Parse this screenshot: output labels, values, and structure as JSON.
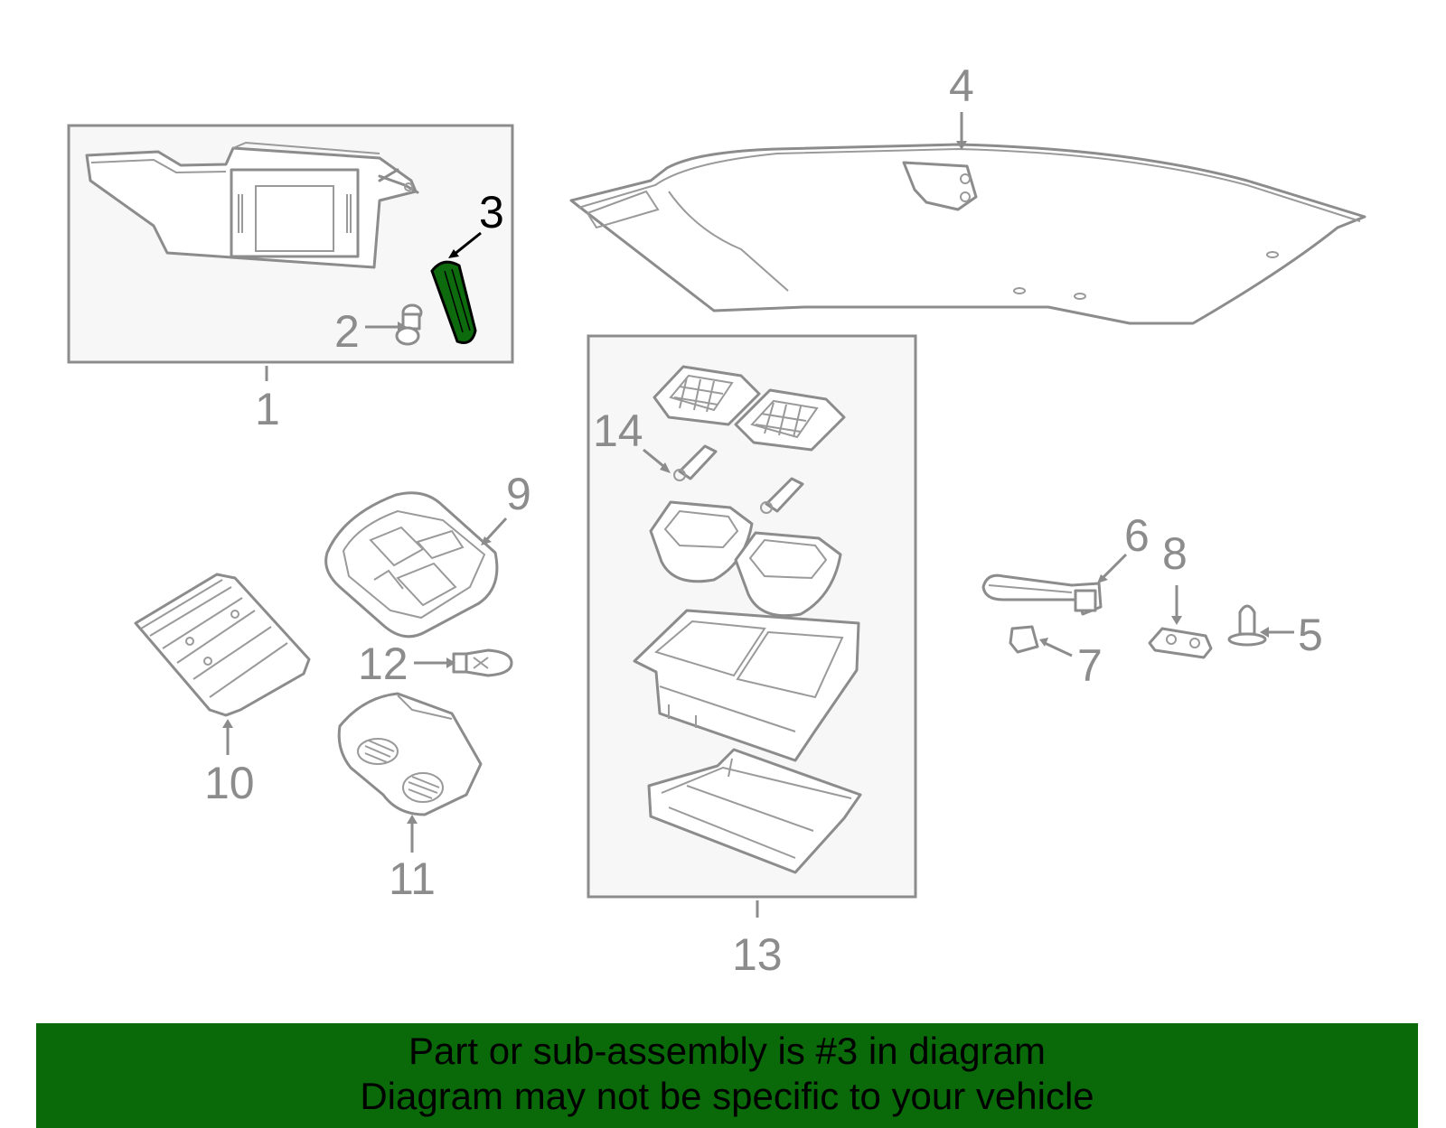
{
  "colors": {
    "line": "#8c8c8c",
    "box_fill": "#f7f7f7",
    "highlight": "#0a6a0a",
    "highlight_part": "#0d6b0d",
    "banner": "#0a6a0a",
    "selected_text": "#000000"
  },
  "callouts": {
    "c1": "1",
    "c2": "2",
    "c3": "3",
    "c4": "4",
    "c5": "5",
    "c6": "6",
    "c7": "7",
    "c8": "8",
    "c9": "9",
    "c10": "10",
    "c11": "11",
    "c12": "12",
    "c13": "13",
    "c14": "14"
  },
  "highlighted_part": "3",
  "banner": {
    "line1": "Part or sub-assembly is #3 in diagram",
    "line2": "Diagram may not be specific to your vehicle"
  }
}
